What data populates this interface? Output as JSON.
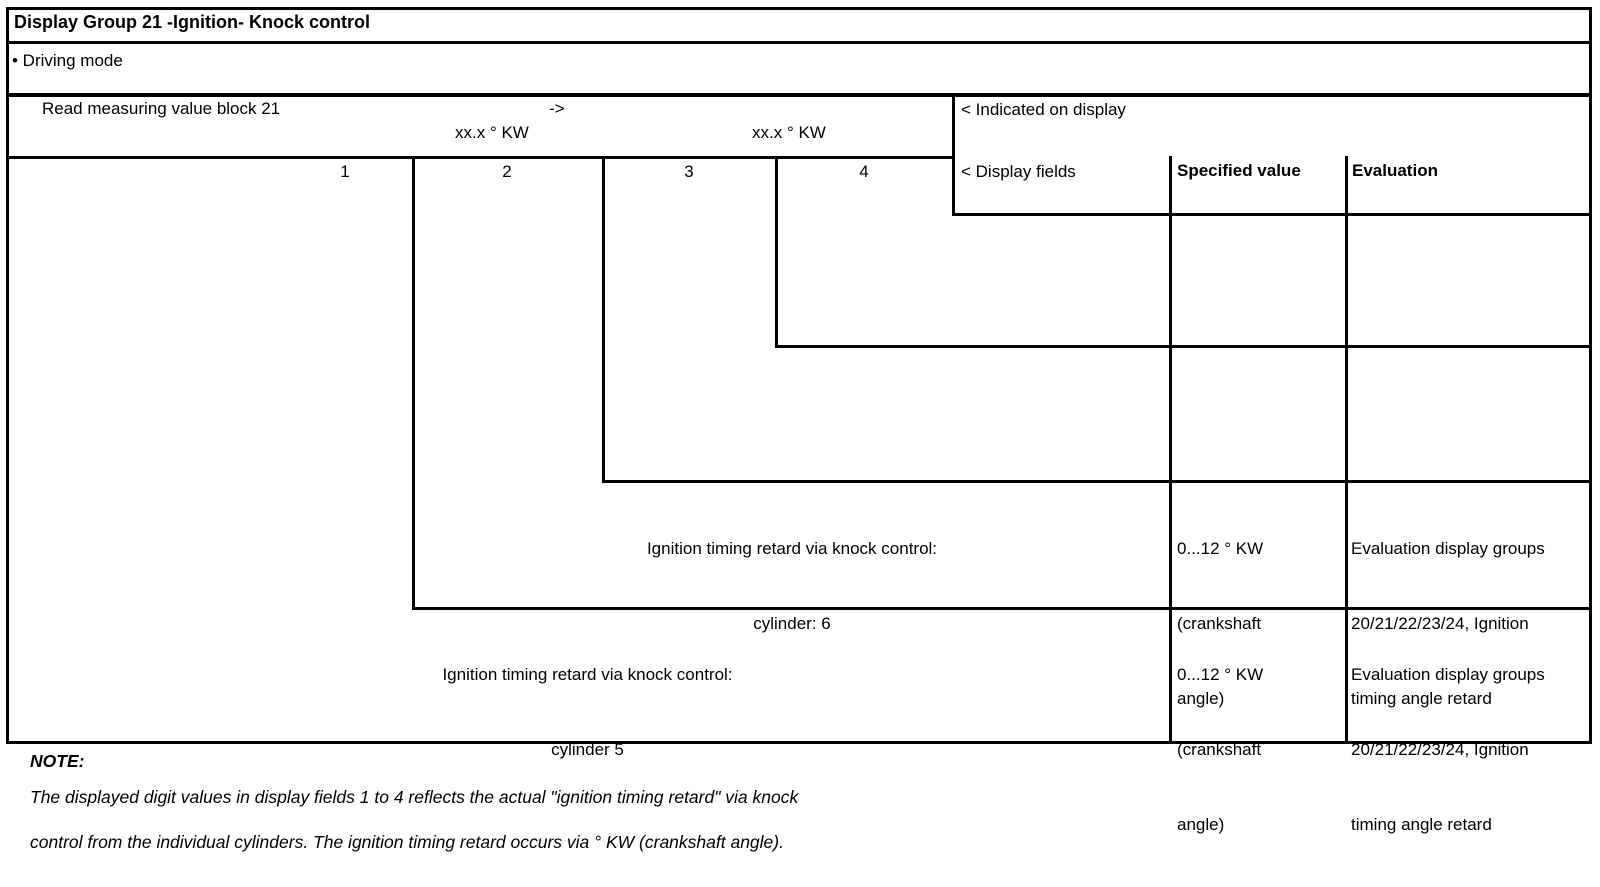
{
  "title": "Display Group 21 -Ignition- Knock control",
  "driving_mode": "• Driving mode",
  "read_block": {
    "label": "Read measuring value block 21",
    "arrow": "->",
    "value1": "xx.x ° KW",
    "value2": "xx.x ° KW"
  },
  "indicated_on_display": "< Indicated on display",
  "header": {
    "fields": [
      "1",
      "2",
      "3",
      "4"
    ],
    "display_fields": "< Display fields",
    "specified_value": "Specified value",
    "evaluation": "Evaluation"
  },
  "rows": [
    {
      "label_line1": "Ignition timing retard via knock control:",
      "label_line2": "cylinder: 6",
      "specified": [
        "0...12 ° KW",
        "(crankshaft",
        "angle)"
      ],
      "evaluation": [
        "Evaluation display groups",
        "20/21/22/23/24, Ignition",
        "timing angle retard"
      ]
    },
    {
      "label_line1": "Ignition timing retard via knock control:",
      "label_line2": "cylinder 5",
      "specified": [
        "0...12 ° KW",
        "(crankshaft",
        "angle)"
      ],
      "evaluation": [
        "Evaluation display groups",
        "20/21/22/23/24, Ignition",
        "timing angle retard"
      ]
    }
  ],
  "note": {
    "heading": "NOTE:",
    "line1": "The displayed digit values in display fields 1 to 4 reflects the actual \"ignition timing retard\" via knock",
    "line2": "control from the individual cylinders. The ignition timing retard occurs via ° KW (crankshaft angle)."
  }
}
